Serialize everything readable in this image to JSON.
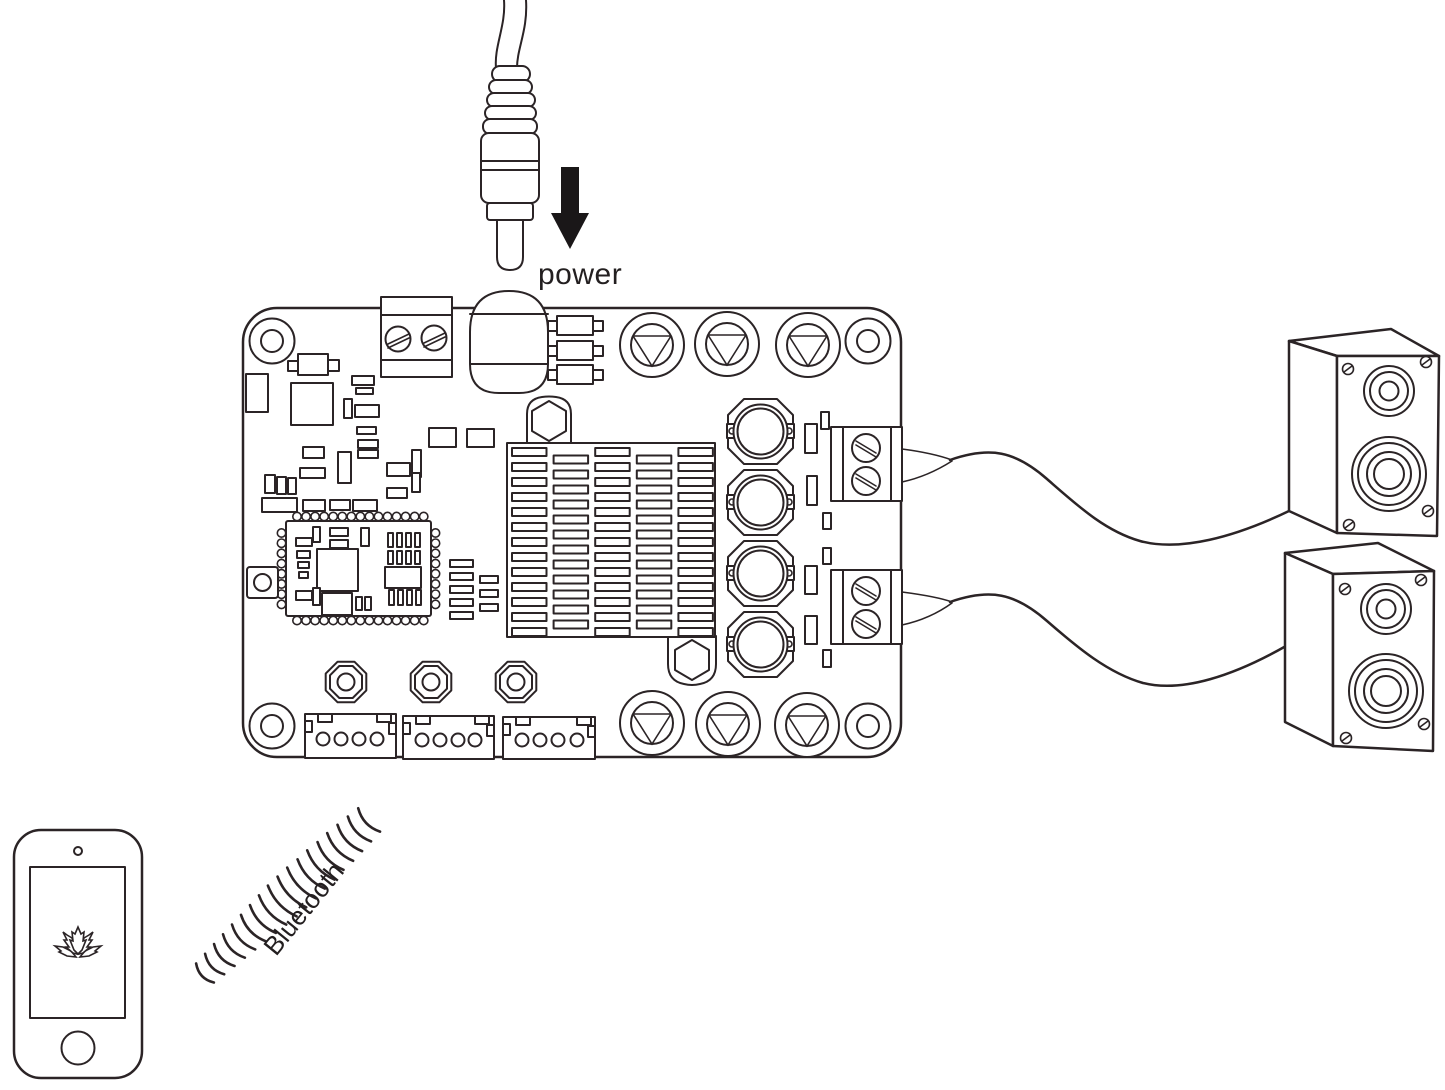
{
  "labels": {
    "power": "power",
    "bluetooth": "Bluetooth"
  },
  "colors": {
    "background": "#ffffff",
    "line": "#2b2426",
    "arrow_fill": "#1a1718",
    "text": "#231f20"
  },
  "diagram": {
    "type": "hardware-connection-diagram",
    "components": [
      {
        "id": "power-plug",
        "type": "dc-power-plug",
        "label": "power"
      },
      {
        "id": "amplifier-board",
        "type": "bluetooth-amplifier-pcb",
        "features": [
          "power-terminal-block",
          "dc-jack",
          "electrolytic-capacitors",
          "heatsink",
          "bluetooth-module",
          "inductors",
          "speaker-terminal-blocks",
          "push-buttons",
          "pin-headers",
          "mounting-holes"
        ]
      },
      {
        "id": "speaker-top",
        "type": "bookshelf-speaker"
      },
      {
        "id": "speaker-bottom",
        "type": "bookshelf-speaker"
      },
      {
        "id": "smartphone",
        "type": "phone-with-lotus-logo"
      },
      {
        "id": "bluetooth-signal",
        "type": "radio-waves",
        "label": "Bluetooth"
      }
    ],
    "connections": [
      {
        "from": "power-plug",
        "to": "amplifier-board",
        "via": "dc-jack",
        "label": "power"
      },
      {
        "from": "amplifier-board",
        "to": "speaker-top",
        "via": "speaker-wire"
      },
      {
        "from": "amplifier-board",
        "to": "speaker-bottom",
        "via": "speaker-wire"
      },
      {
        "from": "smartphone",
        "to": "amplifier-board",
        "via": "wireless",
        "label": "Bluetooth"
      }
    ]
  }
}
